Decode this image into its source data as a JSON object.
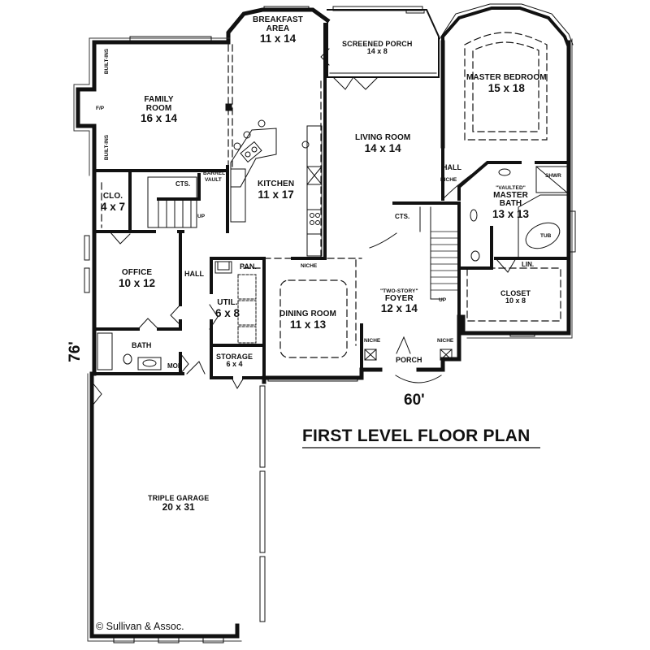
{
  "plan": {
    "title": "FIRST LEVEL FLOOR PLAN",
    "width_dimension": "60'",
    "depth_dimension": "76'",
    "copyright": "© Sullivan & Assoc."
  },
  "rooms": {
    "family_room": {
      "name": "FAMILY ROOM",
      "name_l1": "FAMILY",
      "name_l2": "ROOM",
      "size": "16 x 14"
    },
    "breakfast_area": {
      "name": "BREAKFAST AREA",
      "name_l1": "BREAKFAST",
      "name_l2": "AREA",
      "size": "11 x 14"
    },
    "screened_porch": {
      "name": "SCREENED PORCH",
      "size": "14 x 8"
    },
    "master_bedroom": {
      "name": "MASTER BEDROOM",
      "size": "15 x 18"
    },
    "living_room": {
      "name": "LIVING ROOM",
      "size": "14 x 14"
    },
    "kitchen": {
      "name": "KITCHEN",
      "size": "11 x 17"
    },
    "closet_small": {
      "name": "CLO.",
      "size": "4 x 7"
    },
    "master_bath": {
      "note": "\"VAULTED\"",
      "name_l1": "MASTER",
      "name_l2": "BATH",
      "size": "13 x 13"
    },
    "office": {
      "name": "OFFICE",
      "size": "10 x 12"
    },
    "utility": {
      "name": "UTIL.",
      "size": "6 x 8"
    },
    "dining_room": {
      "name": "DINING ROOM",
      "size": "11 x 13"
    },
    "foyer": {
      "note": "\"TWO-STORY\"",
      "name": "FOYER",
      "size": "12 x 14"
    },
    "closet_master": {
      "name": "CLOSET",
      "size": "10 x 8"
    },
    "storage": {
      "name": "STORAGE",
      "size": "6 x 4"
    },
    "triple_garage": {
      "name": "TRIPLE GARAGE",
      "size": "20 x 31"
    }
  },
  "labels": {
    "built_ins_top": "BUILT-INS",
    "built_ins_bottom": "BUILT-INS",
    "fireplace": "F/P",
    "barrel_vault_l1": "BARREL",
    "barrel_vault_l2": "VAULT",
    "cts_stair": "CTS.",
    "cts_foyer": "CTS.",
    "up_stair1": "UP",
    "up_stair2": "UP",
    "hall_west": "HALL",
    "hall_master": "HALL",
    "niche_master": "NICHE",
    "niche_dining": "NICHE",
    "niche_porch_left": "NICHE",
    "niche_porch_right": "NICHE",
    "pantry": "PAN.",
    "bath": "BATH",
    "mop": "MOP",
    "porch": "PORCH",
    "shower": "SHWR",
    "tub": "TUB",
    "linen": "LIN."
  }
}
